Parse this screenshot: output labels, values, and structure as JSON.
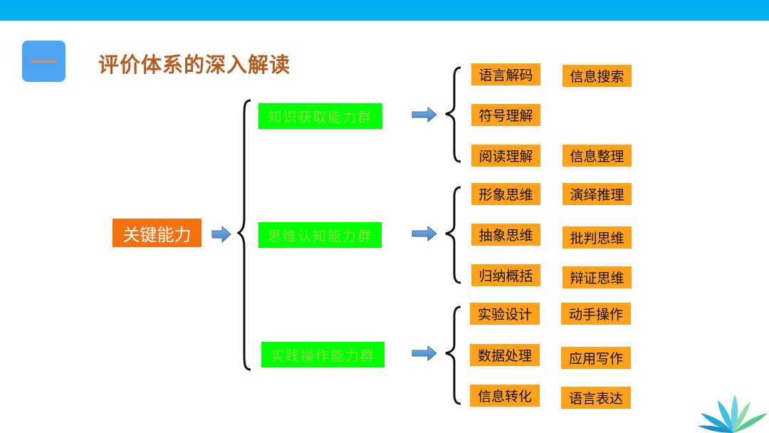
{
  "header": {
    "section_marker": "一",
    "title": "评价体系的深入解读"
  },
  "diagram": {
    "root": "关键能力",
    "groups": [
      {
        "label": "知识获取能力群",
        "items": [
          "语言解码",
          "信息搜索",
          "符号理解",
          "阅读理解",
          "信息整理"
        ]
      },
      {
        "label": "思维认知能力群",
        "items": [
          "形象思维",
          "演绎推理",
          "抽象思维",
          "批判思维",
          "归纳概括",
          "辩证思维"
        ]
      },
      {
        "label": "实践操作能力群",
        "items": [
          "实验设计",
          "动手操作",
          "数据处理",
          "应用写作",
          "信息转化",
          "语言表达"
        ]
      }
    ]
  },
  "colors": {
    "top_bar": "#00b0f0",
    "title": "#b35c1e",
    "root_box": "#f5700e",
    "group_box": "#00ff00",
    "leaf_box": "#ffa11a",
    "arrow": "#4f8fd0"
  }
}
